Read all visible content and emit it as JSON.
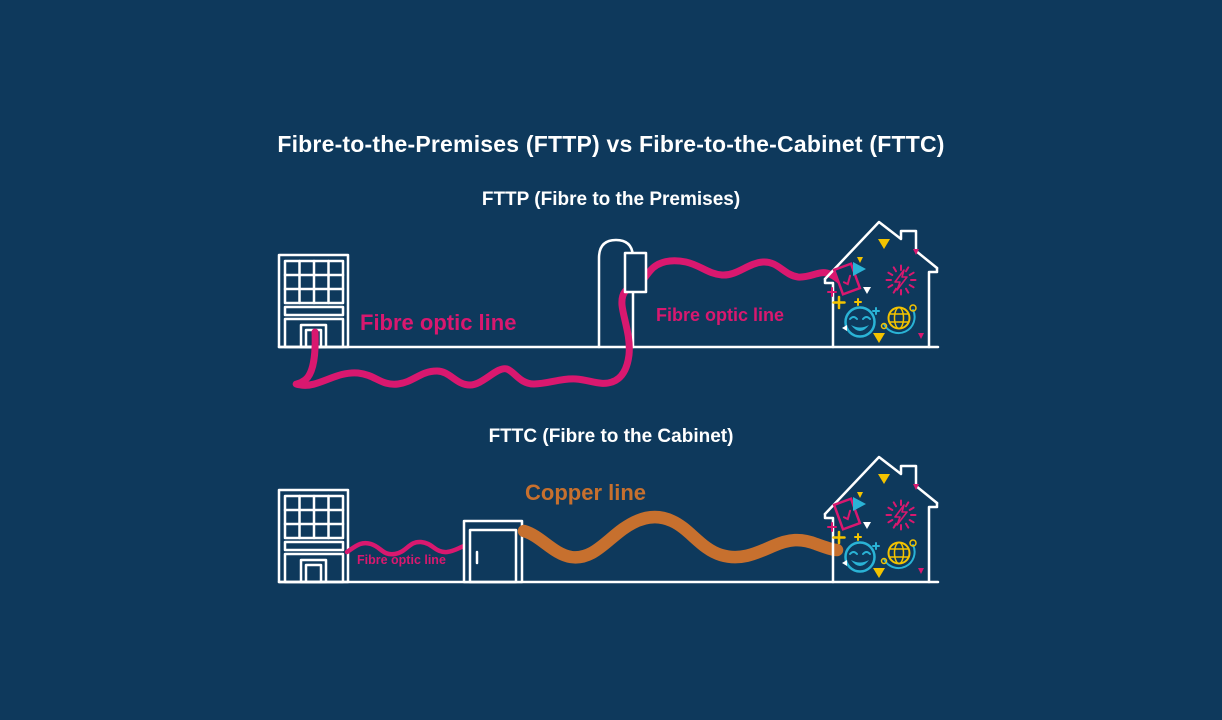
{
  "colors": {
    "background": "#0e395c",
    "line_art_white": "#ffffff",
    "fibre_pink": "#d9186f",
    "copper_orange": "#c7702e",
    "accent_cyan": "#2ab3d6",
    "accent_yellow": "#f3c300"
  },
  "title": "Fibre-to-the-Premises (FTTP) vs Fibre-to-the-Cabinet (FTTC)",
  "fttp": {
    "heading": "FTTP (Fibre to the Premises)",
    "underground_line_label": "Fibre optic line",
    "overhead_line_label": "Fibre optic line"
  },
  "fttc": {
    "heading": "FTTC (Fibre to the Cabinet)",
    "fibre_line_label": "Fibre optic line",
    "copper_line_label": "Copper line"
  }
}
